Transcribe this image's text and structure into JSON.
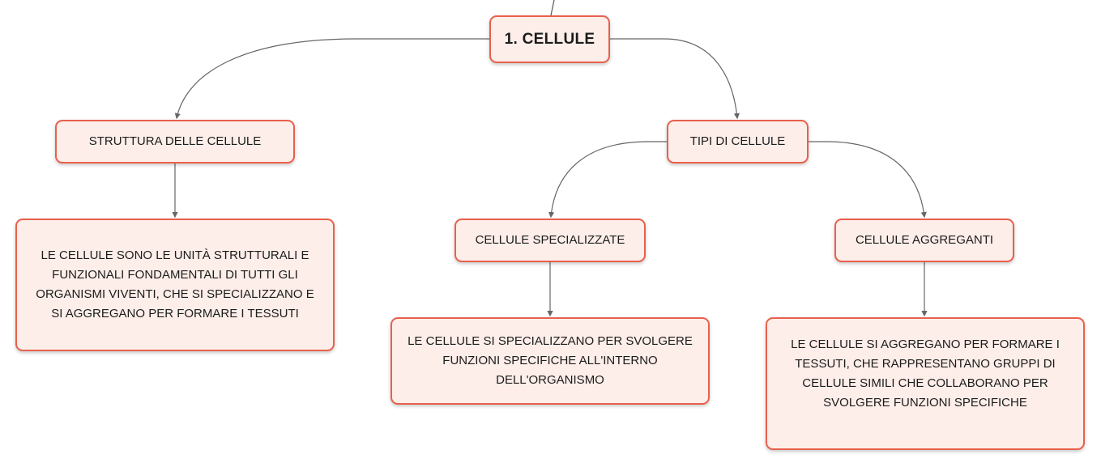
{
  "map": {
    "root": "1. CELLULE",
    "struttura": {
      "title": "STRUTTURA DELLE CELLULE",
      "text": "LE CELLULE SONO LE UNITÀ STRUTTURALI E FUNZIONALI FONDAMENTALI DI TUTTI GLI ORGANISMI VIVENTI, CHE SI SPECIALIZZANO E SI AGGREGANO PER FORMARE I TESSUTI"
    },
    "tipi": {
      "title": "TIPI DI CELLULE",
      "specializzate": {
        "title": "CELLULE SPECIALIZZATE",
        "text": "LE CELLULE SI SPECIALIZZANO PER SVOLGERE FUNZIONI SPECIFICHE ALL'INTERNO DELL'ORGANISMO"
      },
      "aggreganti": {
        "title": "CELLULE AGGREGANTI",
        "text": "LE CELLULE SI AGGREGANO PER FORMARE I TESSUTI, CHE RAPPRESENTANO GRUPPI DI CELLULE SIMILI CHE COLLABORANO PER SVOLGERE FUNZIONI SPECIFICHE"
      }
    }
  },
  "colors": {
    "node_fill": "#fdeee9",
    "node_border": "#e8604c",
    "connector": "#666666"
  }
}
